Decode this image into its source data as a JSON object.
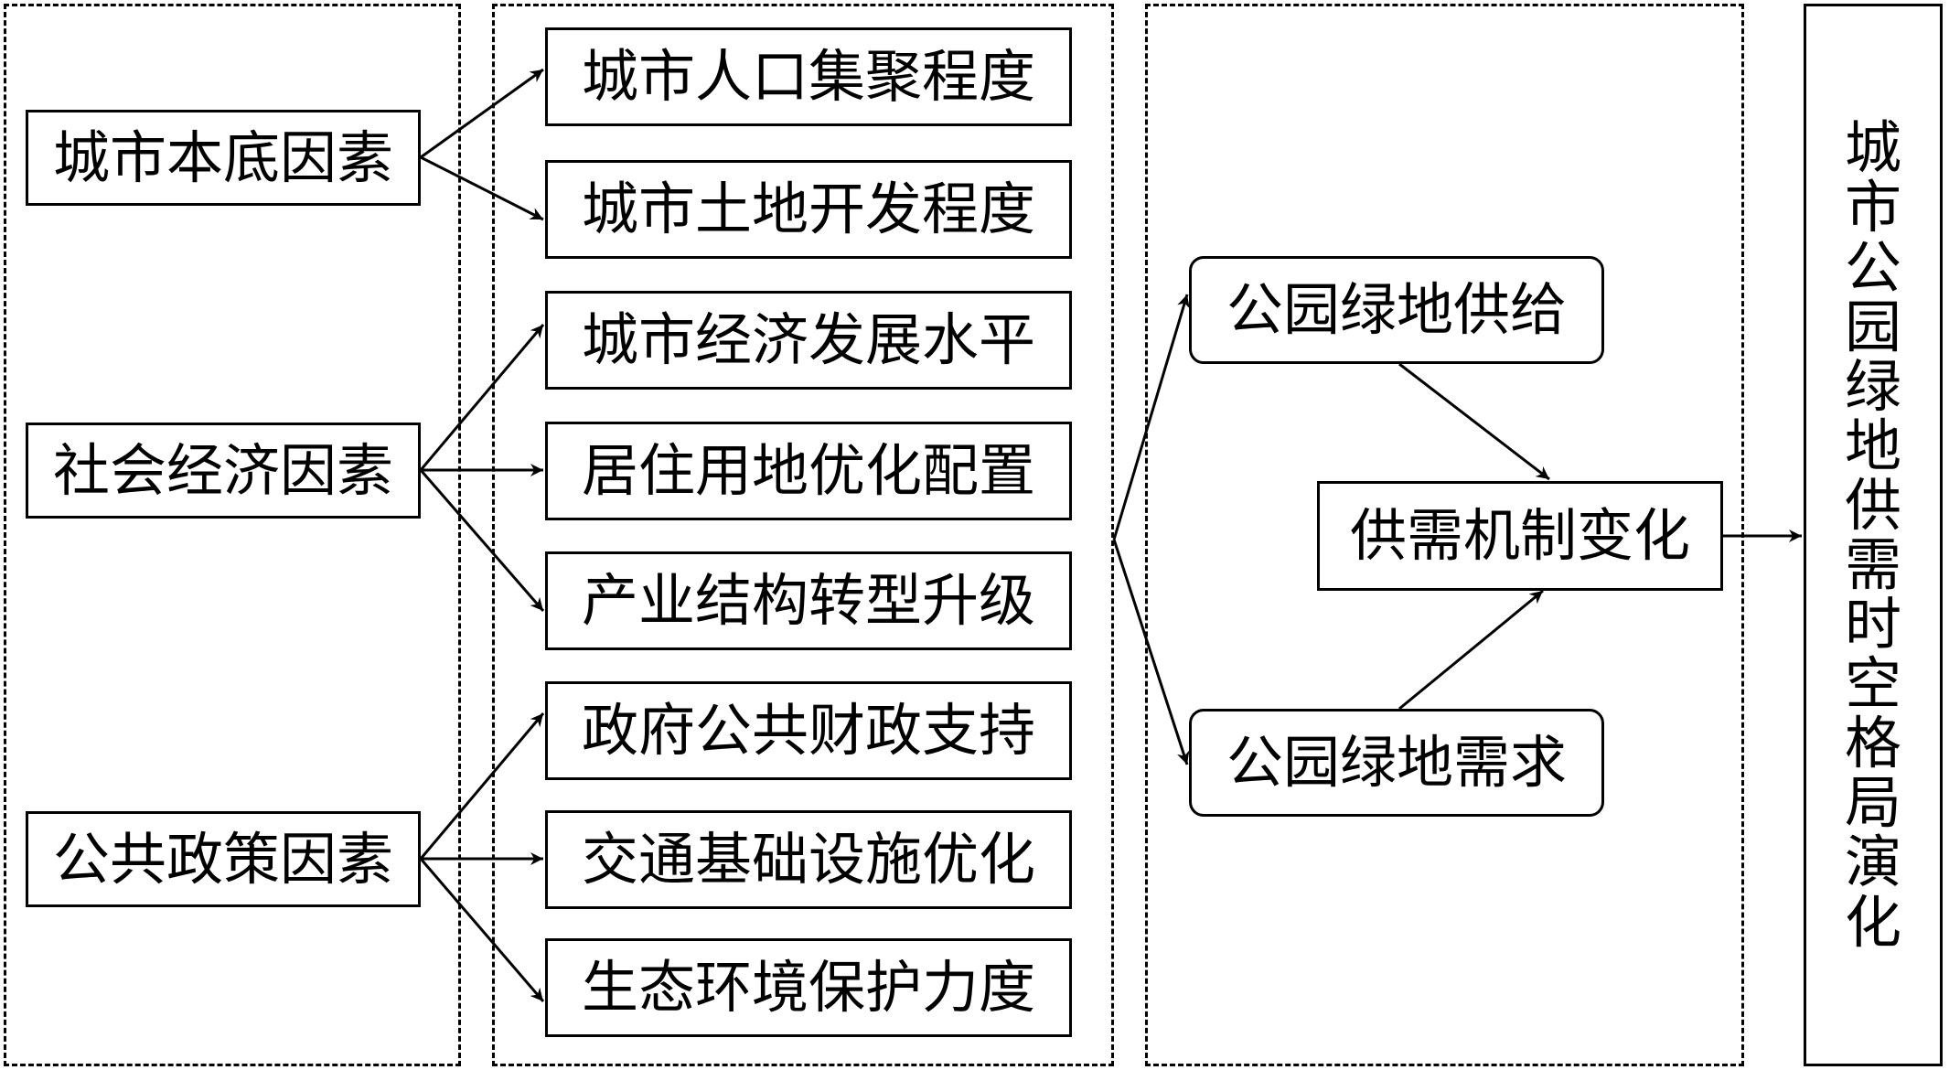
{
  "factor_groups": [
    {
      "label": "城市本底因素"
    },
    {
      "label": "社会经济因素"
    },
    {
      "label": "公共政策因素"
    }
  ],
  "indicators": [
    {
      "label": "城市人口集聚程度"
    },
    {
      "label": "城市土地开发程度"
    },
    {
      "label": "城市经济发展水平"
    },
    {
      "label": "居住用地优化配置"
    },
    {
      "label": "产业结构转型升级"
    },
    {
      "label": "政府公共财政支持"
    },
    {
      "label": "交通基础设施优化"
    },
    {
      "label": "生态环境保护力度"
    }
  ],
  "mechanism": {
    "supply": "公园绿地供给",
    "demand": "公园绿地需求",
    "change": "供需机制变化"
  },
  "outcome": {
    "label": "城市公园绿地供需时空格局演化"
  }
}
